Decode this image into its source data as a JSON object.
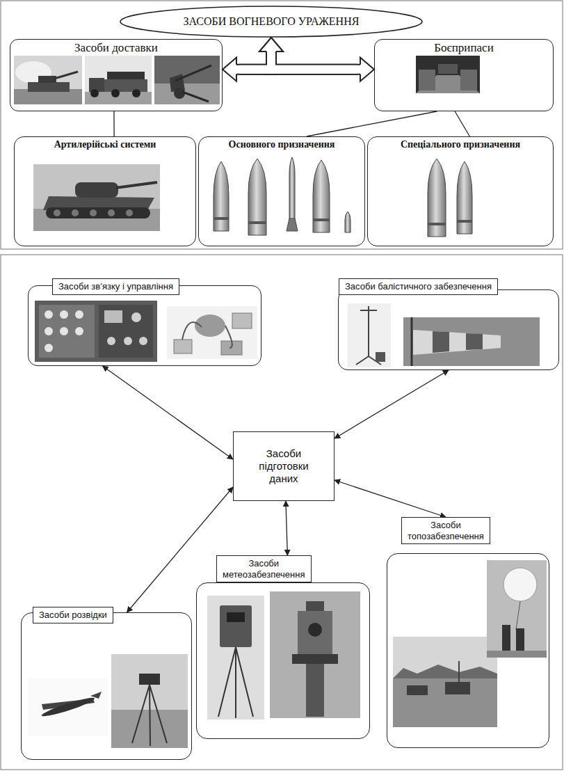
{
  "diagram": {
    "nodes": [
      {
        "text": [
          "ЗАСОБИ ВОГНЕВОГО УРАЖЕННЯ"
        ]
      },
      {
        "text": [
          "Засоби доставки"
        ]
      },
      {
        "text": [
          "Боєприпаси"
        ]
      },
      {
        "text": [
          "Артилерійські системи"
        ]
      },
      {
        "text": [
          "Основного призначення"
        ]
      },
      {
        "text": [
          "Спеціального призначення"
        ]
      },
      {
        "text": [
          "Засоби зв’язку і управління"
        ]
      },
      {
        "text": [
          "Засоби балістичного забезпечення"
        ]
      },
      {
        "text": [
          "Засоби підготовки даних"
        ]
      },
      {
        "text": [
          "Засоби топозабезпечення"
        ]
      },
      {
        "text": [
          "Засоби метеозабезпечення"
        ]
      },
      {
        "text": [
          "Засоби розвідки"
        ]
      }
    ],
    "edges": [
      {
        "from": 1,
        "to": 2,
        "arrow": "both"
      },
      {
        "from": 1,
        "to": 0,
        "arrow": "to"
      },
      {
        "from": 2,
        "to": 0,
        "arrow": "to"
      },
      {
        "from": 1,
        "to": 3,
        "arrow": "none"
      },
      {
        "from": 2,
        "to": 4,
        "arrow": "none"
      },
      {
        "from": 2,
        "to": 5,
        "arrow": "none"
      },
      {
        "from": 8,
        "to": 6,
        "arrow": "both"
      },
      {
        "from": 8,
        "to": 7,
        "arrow": "both"
      },
      {
        "from": 8,
        "to": 9,
        "arrow": "both"
      },
      {
        "from": 8,
        "to": 10,
        "arrow": "both"
      },
      {
        "from": 8,
        "to": 11,
        "arrow": "both"
      }
    ]
  }
}
